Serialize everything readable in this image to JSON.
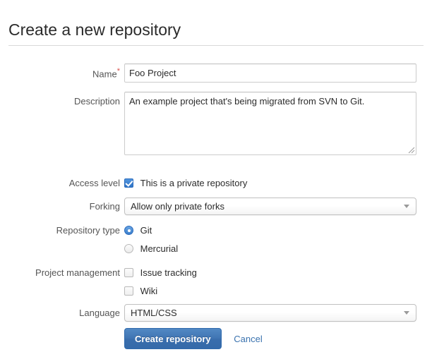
{
  "header": {
    "title": "Create a new repository"
  },
  "form": {
    "name": {
      "label": "Name",
      "required_marker": "*",
      "value": "Foo Project",
      "placeholder": ""
    },
    "description": {
      "label": "Description",
      "value": "An example project that's being migrated from SVN to Git.",
      "placeholder": ""
    },
    "access_level": {
      "label": "Access level",
      "checkbox_label": "This is a private repository",
      "checked": true
    },
    "forking": {
      "label": "Forking",
      "selected": "Allow only private forks",
      "options": [
        "Allow only private forks"
      ]
    },
    "repository_type": {
      "label": "Repository type",
      "options": [
        {
          "label": "Git",
          "selected": true
        },
        {
          "label": "Mercurial",
          "selected": false
        }
      ]
    },
    "project_management": {
      "label": "Project management",
      "options": [
        {
          "label": "Issue tracking",
          "checked": false
        },
        {
          "label": "Wiki",
          "checked": false
        }
      ]
    },
    "language": {
      "label": "Language",
      "selected": "HTML/CSS",
      "options": [
        "HTML/CSS"
      ]
    }
  },
  "actions": {
    "submit_label": "Create repository",
    "cancel_label": "Cancel"
  },
  "colors": {
    "accent": "#3b73af",
    "required": "#d9534f",
    "label_text": "#555555",
    "body_text": "#2b2b2b"
  }
}
